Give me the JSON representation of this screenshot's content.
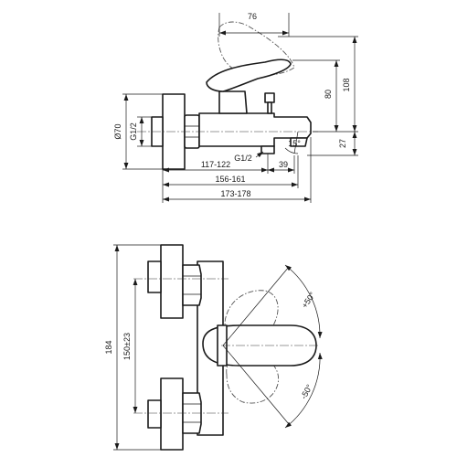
{
  "side_view": {
    "dims": {
      "top_width": "76",
      "height_handle": "80",
      "height_total": "108",
      "spout_height": "27",
      "diameter": "Ø70",
      "thread_left": "G1/2",
      "thread_bottom": "G1/2",
      "spout_angle": "15°",
      "spout_offset": "39",
      "reach_1": "117-122",
      "reach_2": "156-161",
      "reach_3": "173-178"
    }
  },
  "front_view": {
    "dims": {
      "height_total": "184",
      "centres": "150±23",
      "rotation_up": "+50°",
      "rotation_down": "-50°"
    }
  }
}
